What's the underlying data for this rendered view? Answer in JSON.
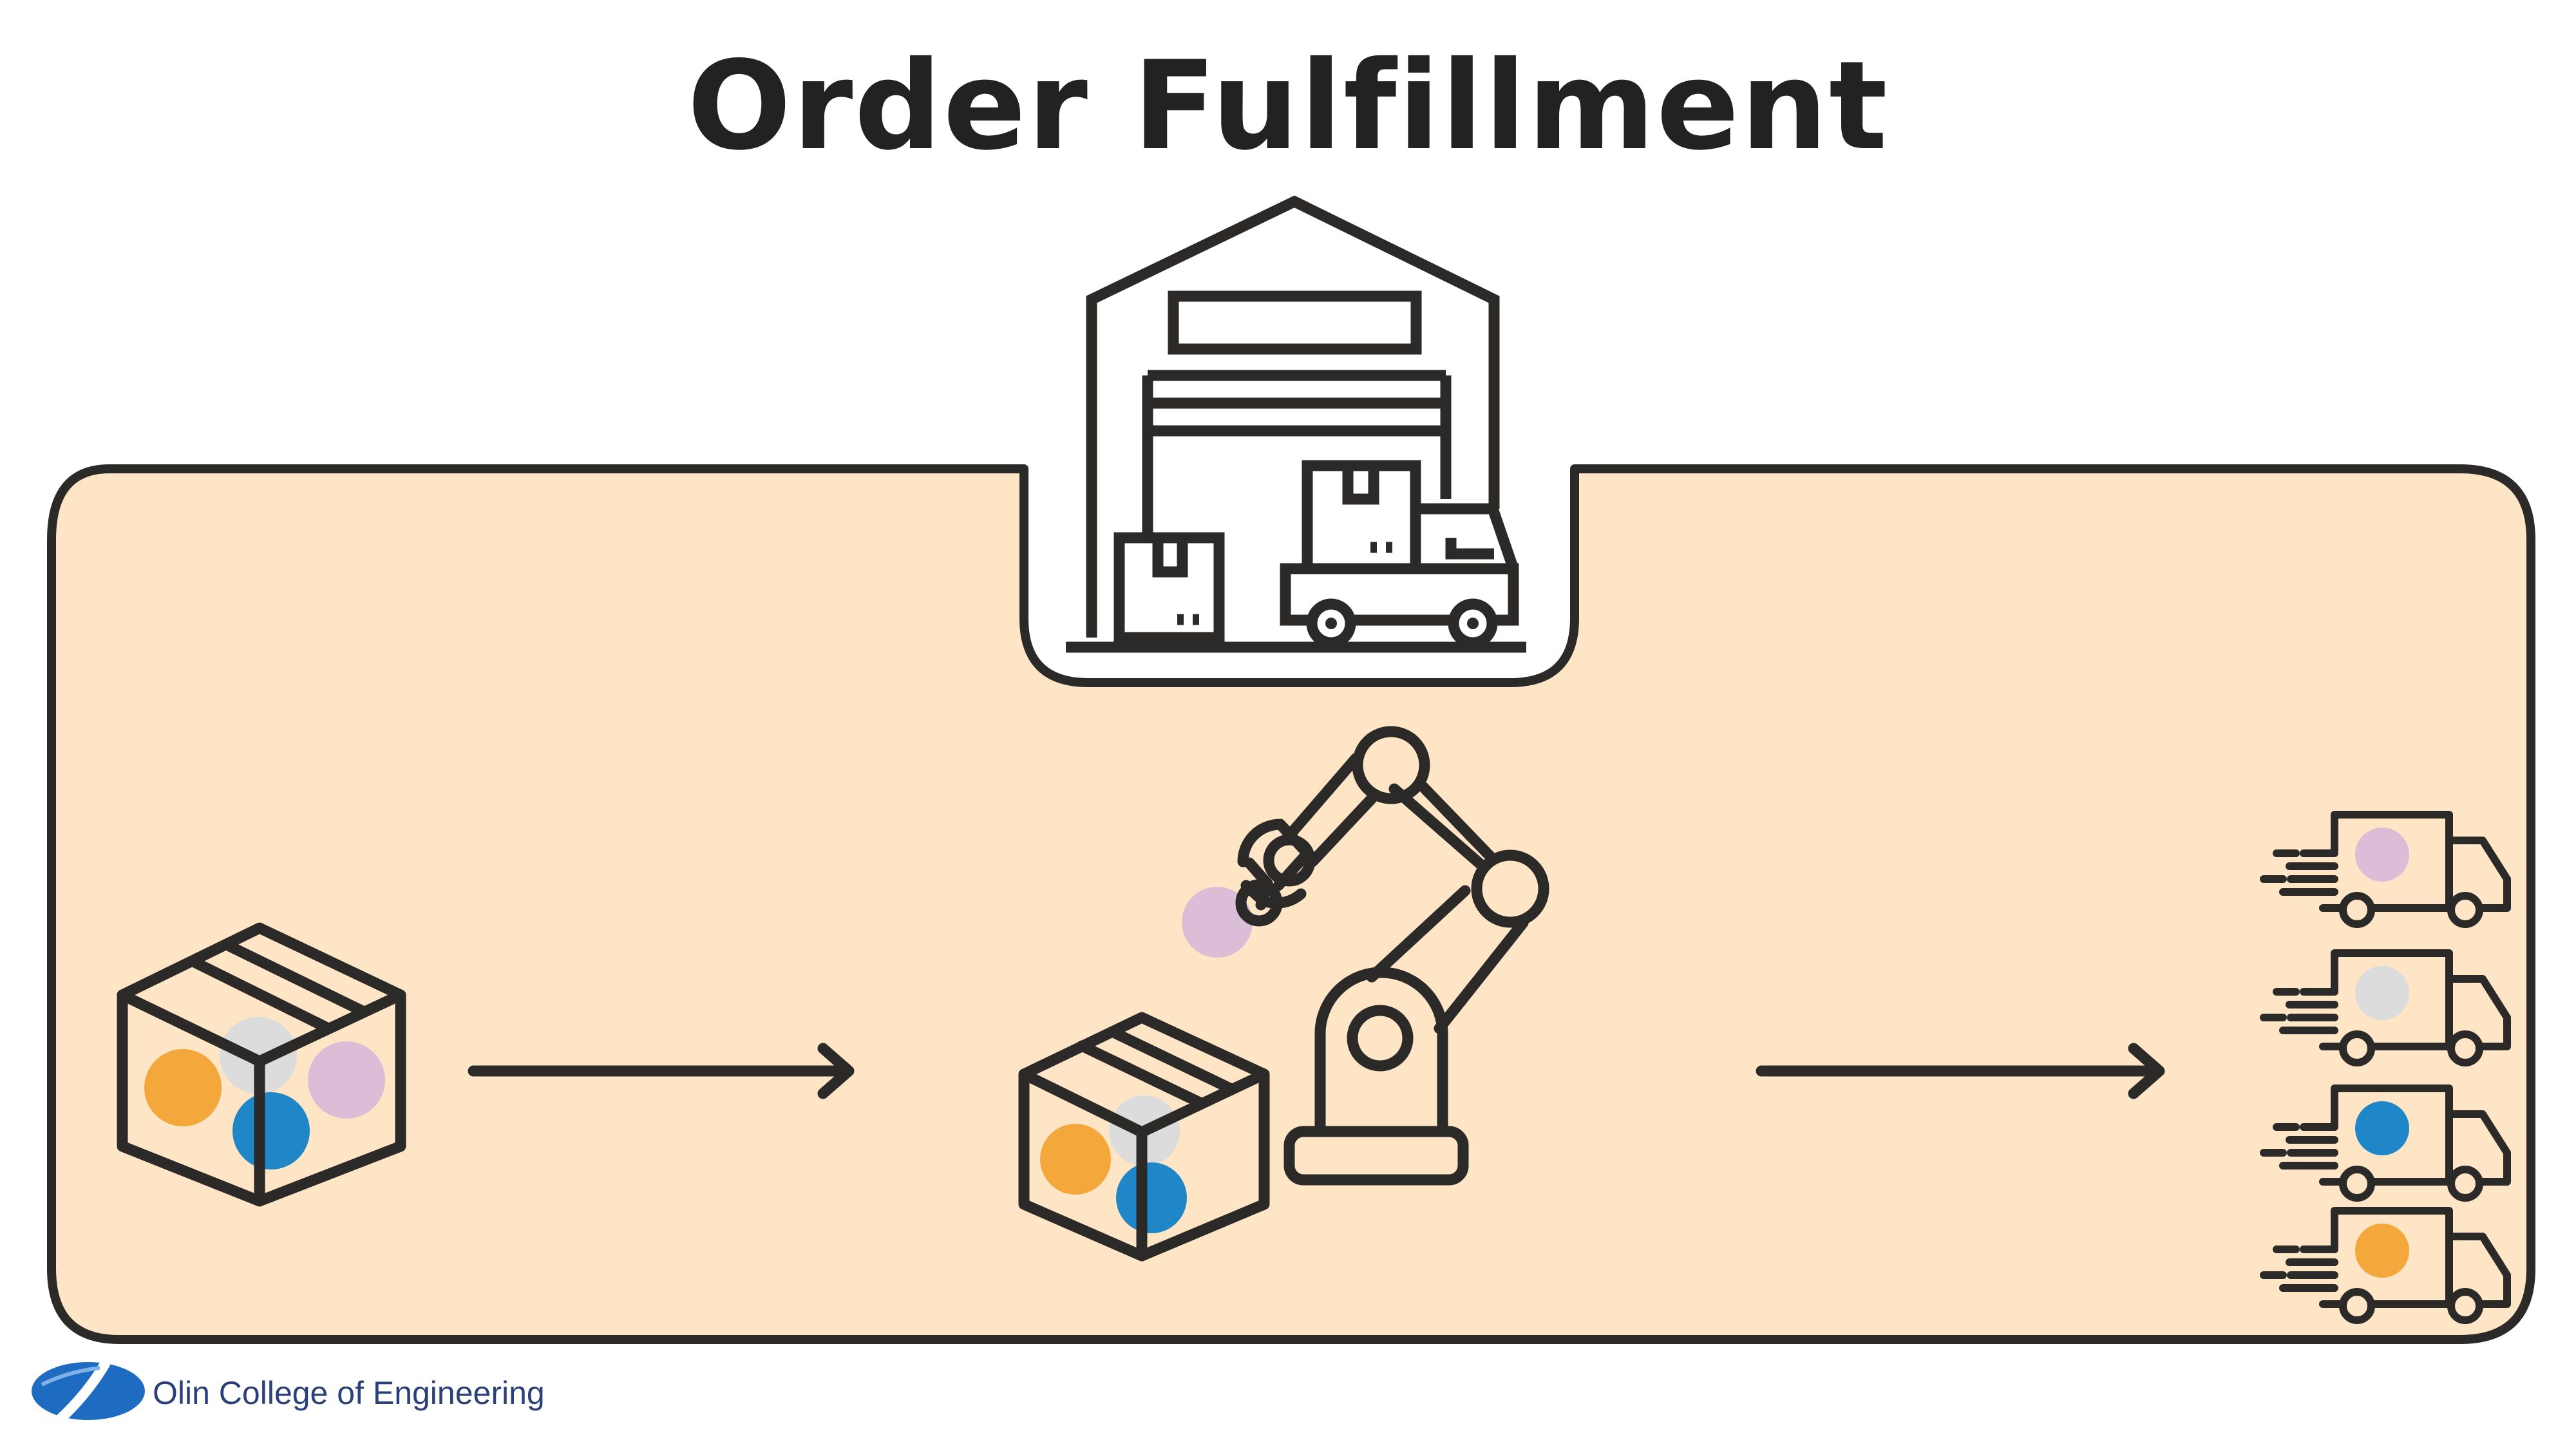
{
  "title": "Order Fulfillment",
  "footer": {
    "organization": "Olin College of Engineering"
  },
  "colors": {
    "panel_fill": "#fde5c5",
    "stroke": "#2b2a28",
    "orange": "#f4a73b",
    "gray": "#dcdcdc",
    "purple": "#dcbdd8",
    "blue": "#1f86c7",
    "logo_blue": "#1e6cc2"
  },
  "icons": {
    "warehouse": "warehouse-icon",
    "incoming_box": "box-icon",
    "packing_box": "box-icon",
    "robot_arm": "robot-arm-icon",
    "delivery_trucks": "delivery-truck-icon"
  },
  "incoming_box_items": [
    "orange",
    "gray",
    "purple",
    "blue"
  ],
  "packing_box_items": [
    "orange",
    "gray",
    "blue"
  ],
  "robot_held_item": "purple",
  "truck_items": [
    "purple",
    "gray",
    "blue",
    "orange"
  ]
}
